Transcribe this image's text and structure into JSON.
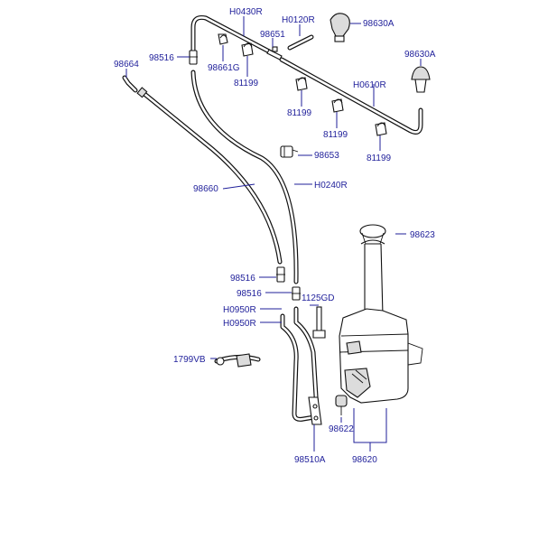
{
  "parts": {
    "h0430r": "H0430R",
    "h0120r": "H0120R",
    "p98630a_top": "98630A",
    "p98630a_right": "98630A",
    "p98651": "98651",
    "p98516_top": "98516",
    "p98664": "98664",
    "p98661g": "98661G",
    "p81199_a": "81199",
    "p81199_b": "81199",
    "p81199_c": "81199",
    "p81199_d": "81199",
    "h0610r": "H0610R",
    "p98653": "98653",
    "p98660": "98660",
    "h0240r": "H0240R",
    "p98623": "98623",
    "p98516_mid1": "98516",
    "p98516_mid2": "98516",
    "p1125gd": "1125GD",
    "h0950r_a": "H0950R",
    "h0950r_b": "H0950R",
    "p1799vb": "1799VB",
    "p98622": "98622",
    "p98510a": "98510A",
    "p98620": "98620"
  }
}
